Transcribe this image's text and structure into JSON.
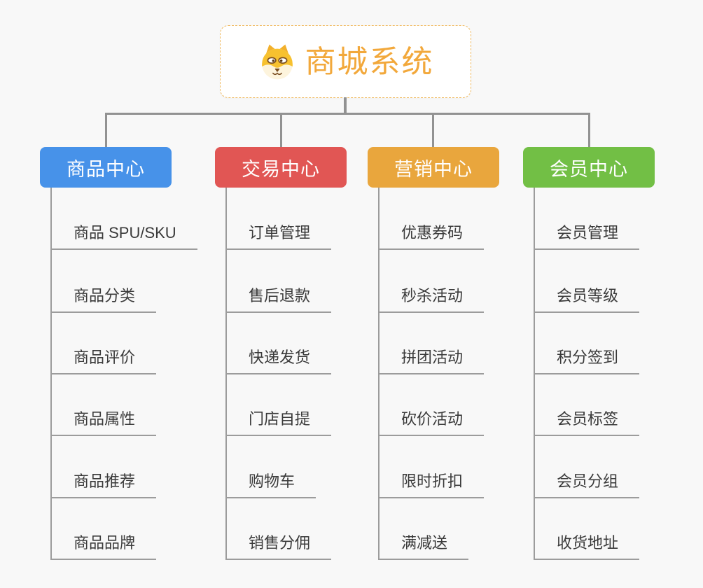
{
  "root": {
    "label": "商城系统",
    "icon": "dog-face-icon"
  },
  "branches": [
    {
      "label": "商品中心",
      "color": "#4792e9",
      "items": [
        "商品 SPU/SKU",
        "商品分类",
        "商品评价",
        "商品属性",
        "商品推荐",
        "商品品牌"
      ]
    },
    {
      "label": "交易中心",
      "color": "#e15654",
      "items": [
        "订单管理",
        "售后退款",
        "快递发货",
        "门店自提",
        "购物车",
        "销售分佣"
      ]
    },
    {
      "label": "营销中心",
      "color": "#e9a63d",
      "items": [
        "优惠券码",
        "秒杀活动",
        "拼团活动",
        "砍价活动",
        "限时折扣",
        "满减送"
      ]
    },
    {
      "label": "会员中心",
      "color": "#72bf45",
      "items": [
        "会员管理",
        "会员等级",
        "积分签到",
        "会员标签",
        "会员分组",
        "收货地址"
      ]
    }
  ],
  "palette": {
    "background": "#f8f8f8",
    "connector": "#929292",
    "subtopic_line": "#9c9c9c",
    "subtopic_text": "#3a3a3a",
    "root_accent": "#f2a83b",
    "root_border": "#f0bb63"
  }
}
